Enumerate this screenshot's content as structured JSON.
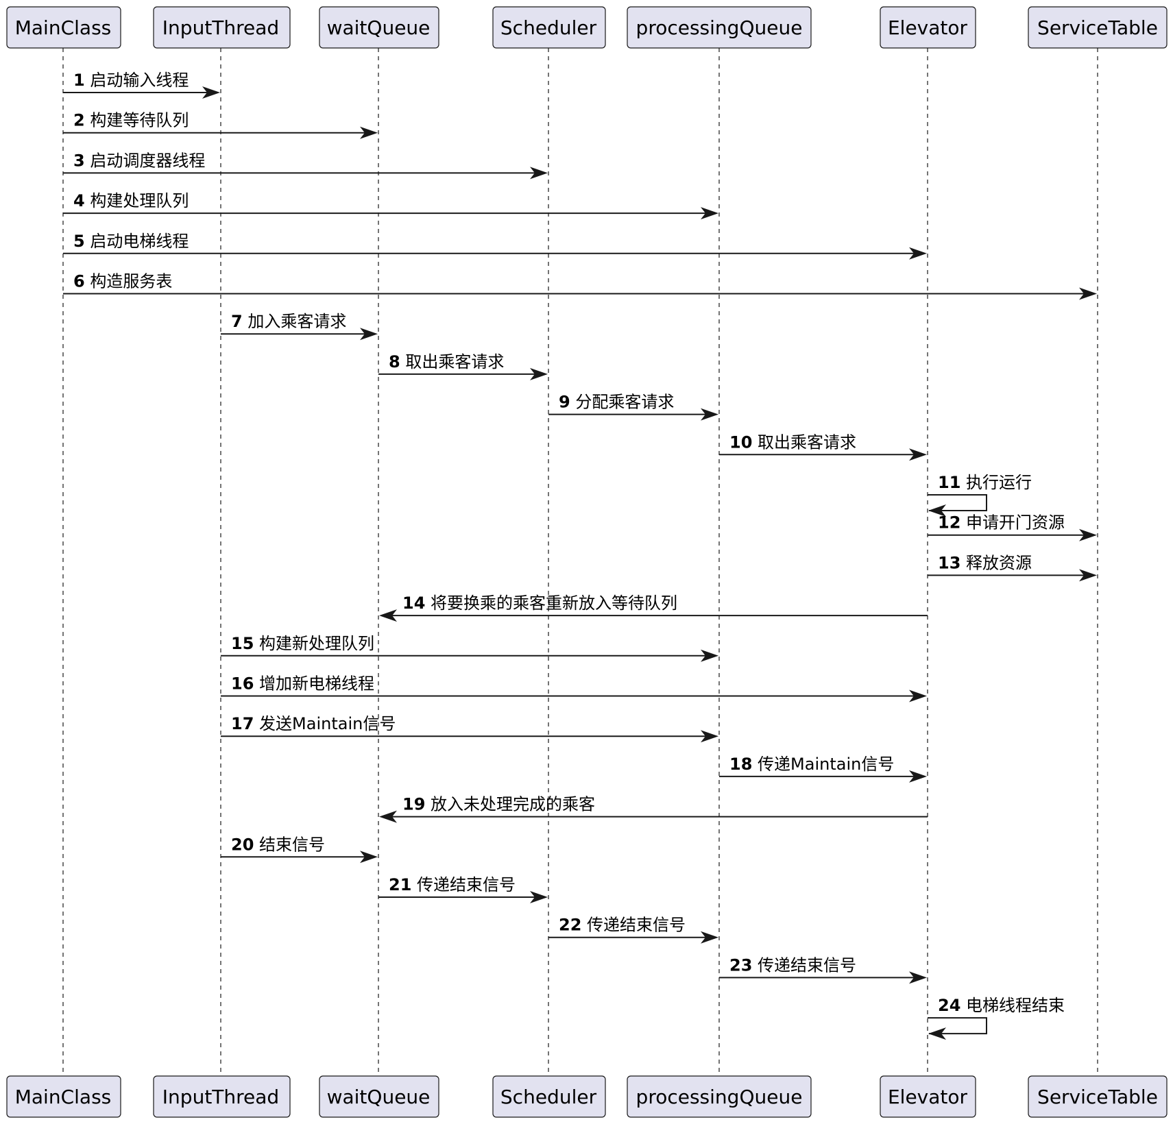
{
  "participants": [
    "MainClass",
    "InputThread",
    "waitQueue",
    "Scheduler",
    "processingQueue",
    "Elevator",
    "ServiceTable"
  ],
  "messages": [
    {
      "num": "1",
      "from": 0,
      "to": 1,
      "text": "启动输入线程"
    },
    {
      "num": "2",
      "from": 0,
      "to": 2,
      "text": "构建等待队列"
    },
    {
      "num": "3",
      "from": 0,
      "to": 3,
      "text": "启动调度器线程"
    },
    {
      "num": "4",
      "from": 0,
      "to": 4,
      "text": "构建处理队列"
    },
    {
      "num": "5",
      "from": 0,
      "to": 5,
      "text": "启动电梯线程"
    },
    {
      "num": "6",
      "from": 0,
      "to": 6,
      "text": "构造服务表"
    },
    {
      "num": "7",
      "from": 1,
      "to": 2,
      "text": "加入乘客请求"
    },
    {
      "num": "8",
      "from": 2,
      "to": 3,
      "text": "取出乘客请求"
    },
    {
      "num": "9",
      "from": 3,
      "to": 4,
      "text": "分配乘客请求"
    },
    {
      "num": "10",
      "from": 4,
      "to": 5,
      "text": "取出乘客请求"
    },
    {
      "num": "11",
      "from": 5,
      "to": 5,
      "text": "执行运行"
    },
    {
      "num": "12",
      "from": 5,
      "to": 6,
      "text": "申请开门资源"
    },
    {
      "num": "13",
      "from": 5,
      "to": 6,
      "text": "释放资源"
    },
    {
      "num": "14",
      "from": 5,
      "to": 2,
      "text": "将要换乘的乘客重新放入等待队列"
    },
    {
      "num": "15",
      "from": 1,
      "to": 4,
      "text": "构建新处理队列"
    },
    {
      "num": "16",
      "from": 1,
      "to": 5,
      "text": "增加新电梯线程"
    },
    {
      "num": "17",
      "from": 1,
      "to": 4,
      "text": "发送Maintain信号"
    },
    {
      "num": "18",
      "from": 4,
      "to": 5,
      "text": "传递Maintain信号"
    },
    {
      "num": "19",
      "from": 5,
      "to": 2,
      "text": "放入未处理完成的乘客"
    },
    {
      "num": "20",
      "from": 1,
      "to": 2,
      "text": "结束信号"
    },
    {
      "num": "21",
      "from": 2,
      "to": 3,
      "text": "传递结束信号"
    },
    {
      "num": "22",
      "from": 3,
      "to": 4,
      "text": "传递结束信号"
    },
    {
      "num": "23",
      "from": 4,
      "to": 5,
      "text": "传递结束信号"
    },
    {
      "num": "24",
      "from": 5,
      "to": 5,
      "text": "电梯线程结束"
    }
  ],
  "colors": {
    "participant_fill": "#e2e2f0",
    "line": "#181818",
    "background": "#ffffff"
  }
}
